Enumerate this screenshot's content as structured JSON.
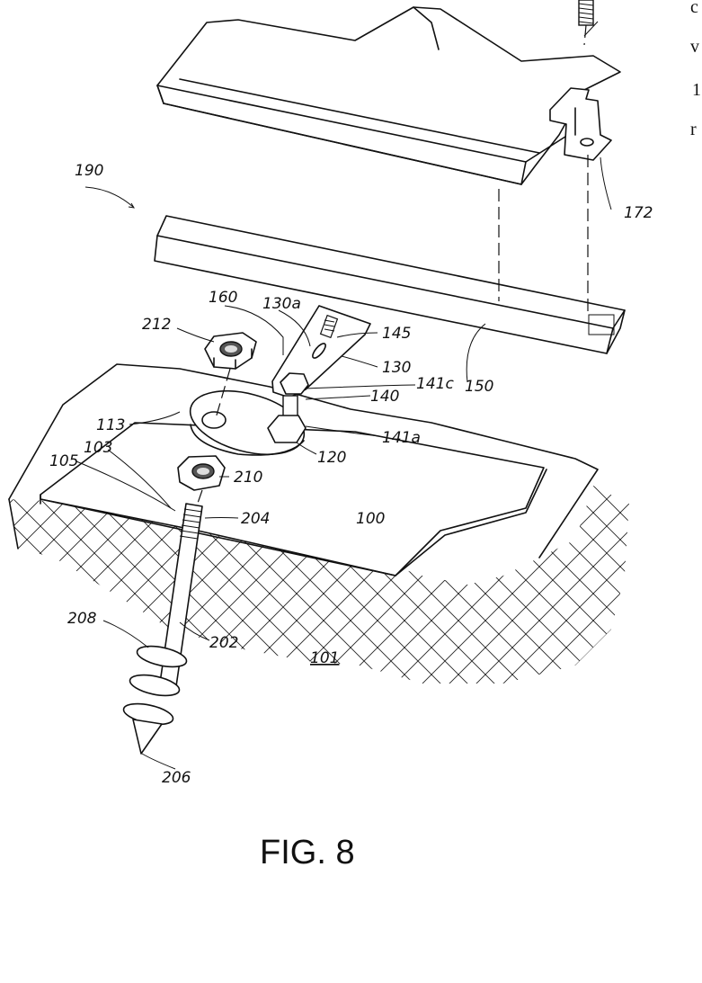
{
  "figure": {
    "caption": "FIG. 8",
    "edge_text": [
      "c",
      "v",
      "1",
      "r"
    ]
  },
  "labels": {
    "l190": "190",
    "l172": "172",
    "l160": "160",
    "l130a": "130a",
    "l212": "212",
    "l145": "145",
    "l130": "130",
    "l141c": "141c",
    "l150": "150",
    "l140": "140",
    "l113": "113",
    "l141a": "141a",
    "l103": "103",
    "l120": "120",
    "l105": "105",
    "l210": "210",
    "l204": "204",
    "l100": "100",
    "l208": "208",
    "l202": "202",
    "l101": "101",
    "l206": "206"
  }
}
